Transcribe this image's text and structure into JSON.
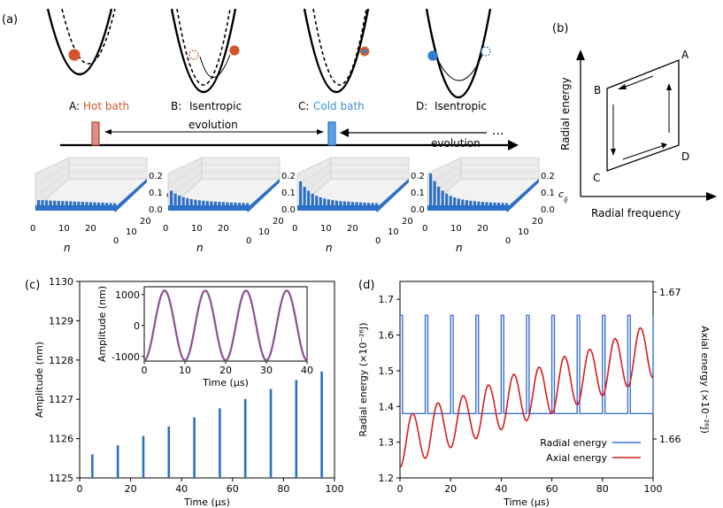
{
  "panels": {
    "a": "(a)",
    "b": "(b)",
    "c": "(c)",
    "d": "(d)"
  },
  "cycle": {
    "stages": [
      {
        "letter": "A:",
        "name": "Hot bath",
        "name_color": "#d2562b"
      },
      {
        "letter": "B:",
        "name": "Isentropic",
        "sub": "evolution"
      },
      {
        "letter": "C:",
        "name": "Cold bath",
        "name_color": "#3e8fd0"
      },
      {
        "letter": "D:",
        "name": "Isentropic",
        "sub": "evolution"
      }
    ],
    "ellipsis": "...",
    "colors": {
      "hot": "#d2562b",
      "cold": "#2f7fd0",
      "hot_box": "#dc8f84",
      "cold_box": "#5aa2df"
    }
  },
  "bars3d": {
    "z_ticks": [
      "0.2",
      "0.1",
      "0.0"
    ],
    "z_label": "c",
    "z_label_sub": "ij",
    "n_ticks": [
      "0",
      "10",
      "20"
    ],
    "side_ticks": [
      "0",
      "10",
      "20"
    ],
    "n_label": "n",
    "color": "#2c6fc6"
  },
  "diagram_b": {
    "xlabel": "Radial frequency",
    "ylabel": "Radial energy",
    "corners": [
      "A",
      "B",
      "C",
      "D"
    ]
  },
  "chart_data": [
    {
      "panel": "c",
      "type": "bar",
      "xlabel": "Time (μs)",
      "ylabel": "Amplitude (nm)",
      "xlim": [
        0,
        100
      ],
      "ylim": [
        1125,
        1130
      ],
      "xticks": [
        0,
        20,
        40,
        60,
        80,
        100
      ],
      "yticks": [
        1125,
        1126,
        1127,
        1128,
        1129,
        1130
      ],
      "x": [
        5,
        15,
        25,
        35,
        45,
        55,
        65,
        75,
        85,
        95
      ],
      "values": [
        1125.6,
        1125.83,
        1126.07,
        1126.31,
        1126.54,
        1126.77,
        1127.01,
        1127.26,
        1127.49,
        1127.71
      ],
      "color": "#2c6fc6",
      "inset": {
        "type": "line",
        "xlabel": "Time (μs)",
        "ylabel": "Amplitude (nm)",
        "xlim": [
          0,
          40
        ],
        "ylim": [
          -1150,
          1250
        ],
        "xticks": [
          0,
          10,
          20,
          30,
          40
        ],
        "yticks": [
          -1000,
          0,
          1000
        ],
        "period_us": 10,
        "amplitude_nm": 1126,
        "series": [
          {
            "color": "#3b57c8"
          },
          {
            "color": "#c94a6a"
          }
        ]
      }
    },
    {
      "panel": "d",
      "type": "line",
      "xlabel": "Time (μs)",
      "ylabel": "Radial energy (×10⁻²⁶J)",
      "y2label": "Axial energy (×10⁻²⁶J)",
      "xlim": [
        0,
        100
      ],
      "ylim": [
        1.2,
        1.75
      ],
      "xticks": [
        0,
        20,
        40,
        60,
        80,
        100
      ],
      "yticks": [
        1.2,
        1.3,
        1.4,
        1.5,
        1.6,
        1.7
      ],
      "y2ticks": [
        1.66,
        1.67
      ],
      "legend_position": "bottom-right",
      "series": [
        {
          "name": "Radial energy",
          "color": "#3b6fd4",
          "high": 1.655,
          "low": 1.38,
          "switch_times_high_to_low": [
            1,
            11,
            21,
            31,
            41,
            51,
            61,
            71,
            81,
            91
          ],
          "switch_times_low_to_high": [
            10,
            20,
            30,
            40,
            50,
            60,
            70,
            80,
            90,
            100
          ]
        },
        {
          "name": "Axial energy",
          "color": "#d81c1c",
          "start": 1.23,
          "end": 1.48,
          "peaks": [
            1.38,
            1.41,
            1.43,
            1.46,
            1.49,
            1.51,
            1.54,
            1.56,
            1.59,
            1.62
          ],
          "troughs": [
            1.255,
            1.285,
            1.31,
            1.335,
            1.36,
            1.38,
            1.405,
            1.43,
            1.455
          ]
        }
      ]
    }
  ]
}
